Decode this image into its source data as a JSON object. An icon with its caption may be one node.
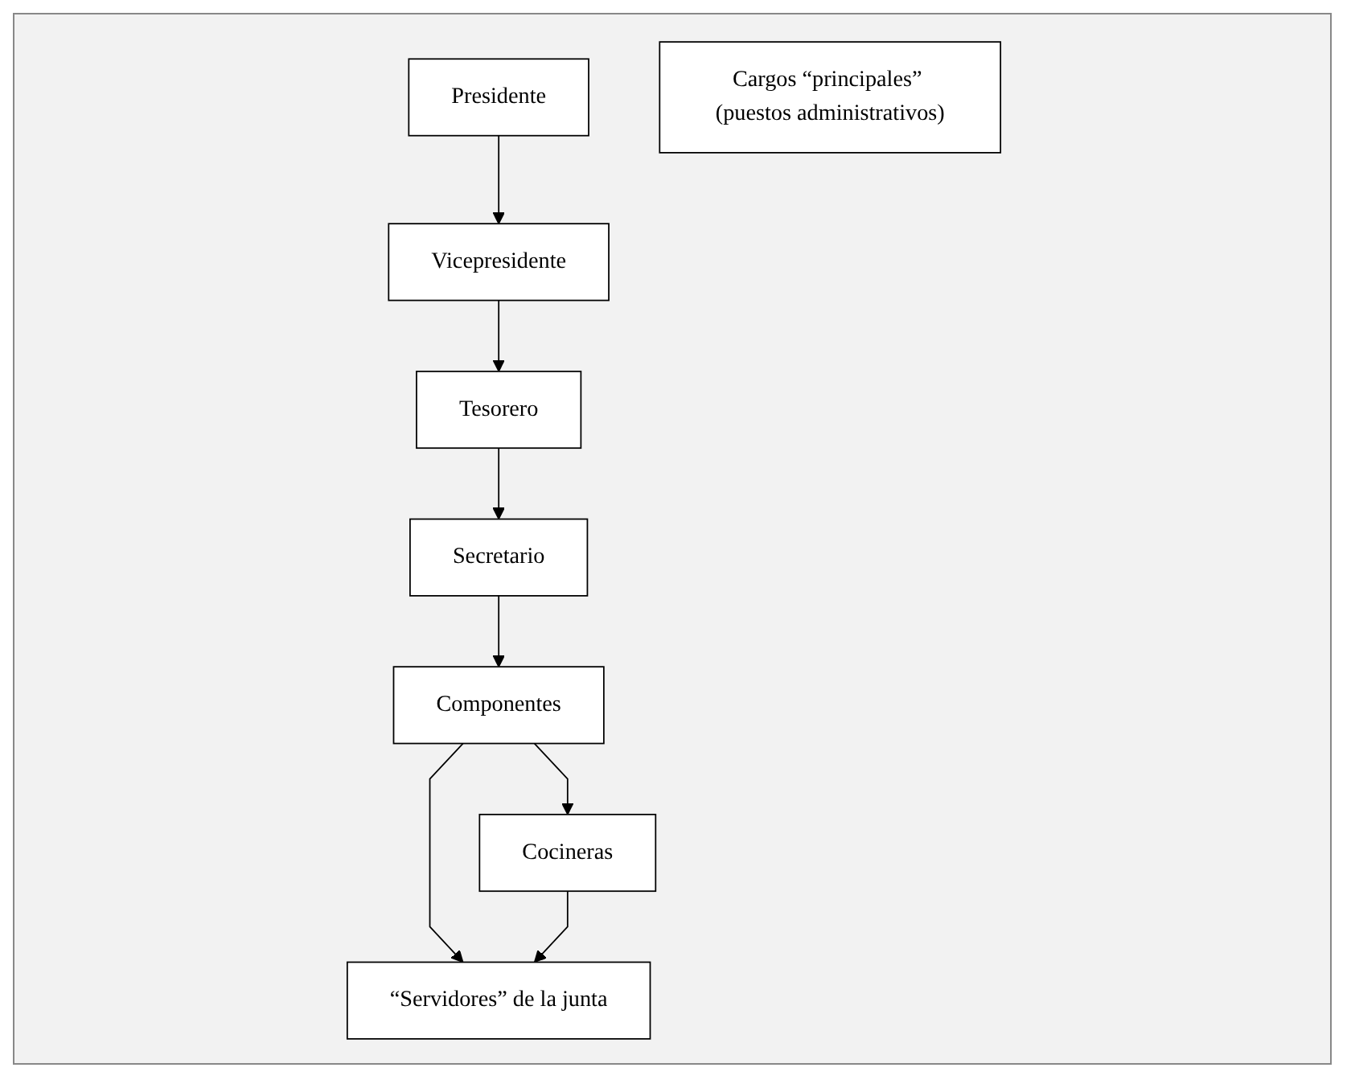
{
  "diagram": {
    "nodes": [
      {
        "text": [
          "Presidente"
        ]
      },
      {
        "text": [
          "Vicepresidente"
        ]
      },
      {
        "text": [
          "Tesorero"
        ]
      },
      {
        "text": [
          "Secretario"
        ]
      },
      {
        "text": [
          "Componentes"
        ]
      },
      {
        "text": [
          "Cargos “principales” (puestos administrativos)"
        ]
      },
      {
        "text": [
          "“Servidores” de la junta"
        ]
      },
      {
        "text": [
          "Cocineras"
        ]
      }
    ],
    "edges": [
      {
        "from": 0,
        "to": 1,
        "arrow": "to"
      },
      {
        "from": 1,
        "to": 2,
        "arrow": "to"
      },
      {
        "from": 2,
        "to": 3,
        "arrow": "to"
      },
      {
        "from": 3,
        "to": 4,
        "arrow": "to"
      },
      {
        "from": 4,
        "to": 6,
        "arrow": "to"
      },
      {
        "from": 4,
        "to": 7,
        "arrow": "to"
      },
      {
        "from": 7,
        "to": 6,
        "arrow": "to"
      }
    ]
  }
}
